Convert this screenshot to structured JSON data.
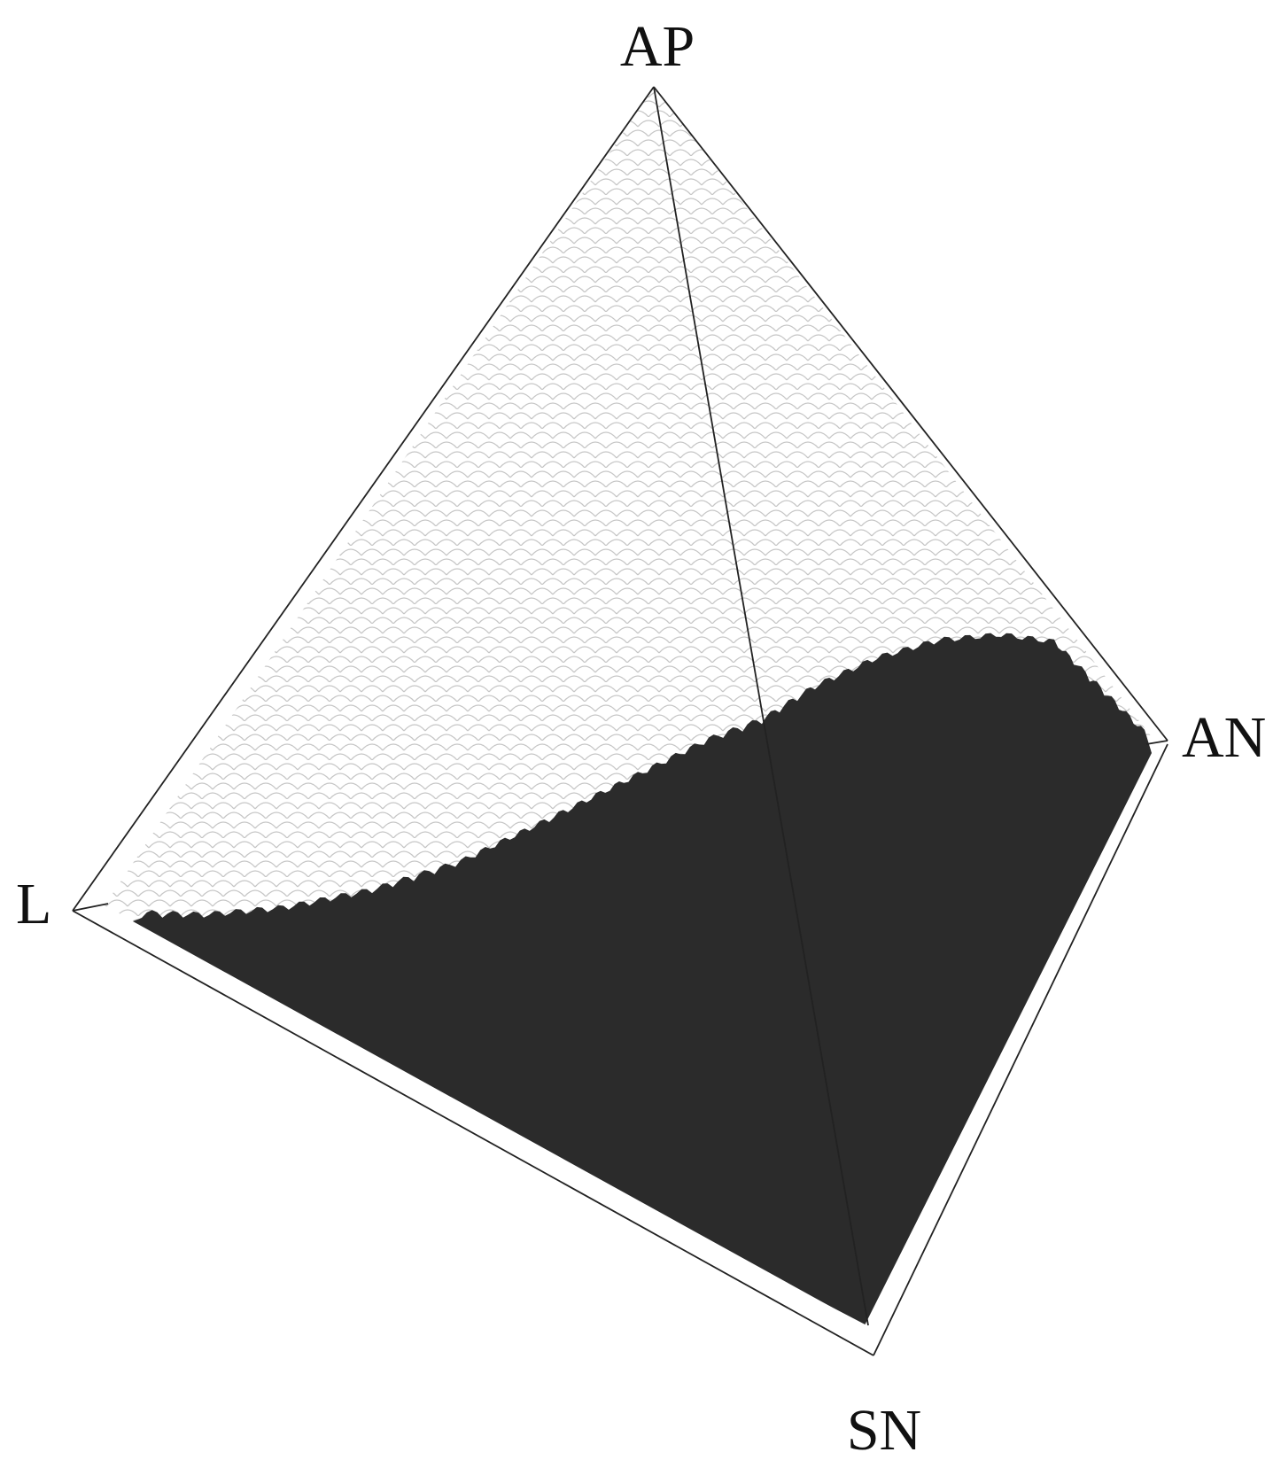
{
  "diagram": {
    "vertices": {
      "apex": "AP",
      "left": "L",
      "right": "AN",
      "bottom": "SN"
    },
    "colors": {
      "edge": "#222222",
      "dark_region": "#2b2b2b",
      "light_hatch": "#c6c6c6",
      "background": "#ffffff"
    }
  }
}
